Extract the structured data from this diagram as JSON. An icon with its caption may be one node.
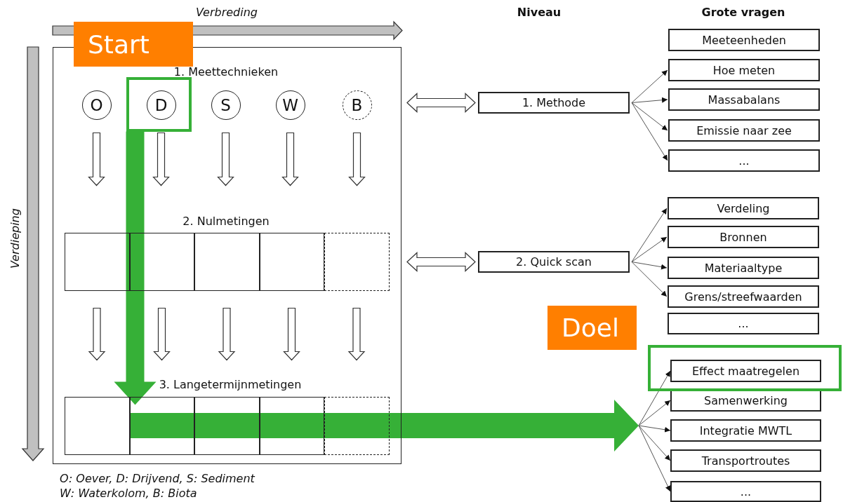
{
  "diagram": {
    "nodes": [
      {
        "text": [],
        "shape": "box"
      },
      {
        "text": [
          "Start"
        ]
      },
      {
        "text": [],
        "shape": "box",
        "in": 0
      },
      {
        "text": [
          "O"
        ],
        "in": 0
      },
      {
        "text": [
          "D"
        ],
        "in": 2
      },
      {
        "text": [
          "S"
        ],
        "in": 0
      },
      {
        "text": [
          "W"
        ],
        "in": 0
      },
      {
        "text": [
          "B"
        ],
        "in": 0
      },
      {
        "text": [],
        "shape": "box",
        "in": 0
      },
      {
        "text": [],
        "shape": "box",
        "in": 0
      },
      {
        "text": [],
        "shape": "box",
        "in": 0
      },
      {
        "text": [],
        "shape": "box",
        "in": 0
      },
      {
        "text": [],
        "shape": "box",
        "in": 0
      },
      {
        "text": [],
        "shape": "box",
        "in": 0
      },
      {
        "text": [],
        "shape": "box",
        "in": 0
      },
      {
        "text": [],
        "shape": "box",
        "in": 0
      },
      {
        "text": [],
        "shape": "box",
        "in": 0
      },
      {
        "text": [],
        "shape": "box",
        "in": 0
      },
      {
        "text": [
          "1. Methode"
        ]
      },
      {
        "text": [
          "2. Quick scan"
        ]
      },
      {
        "text": [
          "Meeteenheden"
        ]
      },
      {
        "text": [
          "Hoe meten"
        ]
      },
      {
        "text": [
          "Massabalans"
        ]
      },
      {
        "text": [
          "Emissie naar zee"
        ]
      },
      {
        "text": [
          "..."
        ]
      },
      {
        "text": [
          "Verdeling"
        ]
      },
      {
        "text": [
          "Bronnen"
        ]
      },
      {
        "text": [
          "Materiaaltype"
        ]
      },
      {
        "text": [
          "Grens/streefwaarden"
        ]
      },
      {
        "text": [
          "..."
        ]
      },
      {
        "text": [
          "Doel"
        ]
      },
      {
        "text": [],
        "shape": "box"
      },
      {
        "text": [
          "Effect maatregelen"
        ],
        "in": 31
      },
      {
        "text": [
          "Samenwerking"
        ]
      },
      {
        "text": [
          "Integratie MWTL"
        ]
      },
      {
        "text": [
          "Transportroutes"
        ]
      },
      {
        "text": [
          "..."
        ]
      }
    ],
    "edges": [
      {
        "from": 3,
        "to": 8,
        "arrow": "to",
        "style": "thick"
      },
      {
        "from": 4,
        "to": 9,
        "arrow": "to",
        "style": "thick"
      },
      {
        "from": 5,
        "to": 10,
        "arrow": "to",
        "style": "thick"
      },
      {
        "from": 6,
        "to": 11,
        "arrow": "to",
        "style": "thick"
      },
      {
        "from": 7,
        "to": 12,
        "arrow": "to",
        "style": "thick"
      },
      {
        "from": 8,
        "to": 13,
        "arrow": "to",
        "style": "thick"
      },
      {
        "from": 9,
        "to": 14,
        "arrow": "to",
        "style": "thick"
      },
      {
        "from": 10,
        "to": 15,
        "arrow": "to",
        "style": "thick"
      },
      {
        "from": 11,
        "to": 16,
        "arrow": "to",
        "style": "thick"
      },
      {
        "from": 12,
        "to": 17,
        "arrow": "to",
        "style": "thick"
      },
      {
        "from": 2,
        "to": 13,
        "arrow": "to",
        "style": "thick",
        "color": "#36b037"
      },
      {
        "from": 14,
        "to": null,
        "arrow": "to",
        "style": "thick",
        "color": "#36b037"
      },
      {
        "from": 0,
        "to": 18,
        "arrow": "both",
        "style": "thick"
      },
      {
        "from": 0,
        "to": 19,
        "arrow": "both",
        "style": "thick"
      },
      {
        "from": 18,
        "to": 21,
        "arrow": "to"
      },
      {
        "from": 18,
        "to": 22,
        "arrow": "to"
      },
      {
        "from": 18,
        "to": 23,
        "arrow": "to"
      },
      {
        "from": 18,
        "to": 24,
        "arrow": "to"
      },
      {
        "from": 19,
        "to": 25,
        "arrow": "to"
      },
      {
        "from": 19,
        "to": 26,
        "arrow": "to"
      },
      {
        "from": 19,
        "to": 27,
        "arrow": "to"
      },
      {
        "from": 19,
        "to": 28,
        "arrow": "to"
      },
      {
        "from": null,
        "to": 32,
        "arrow": "to"
      },
      {
        "from": null,
        "to": 33,
        "arrow": "to"
      },
      {
        "from": null,
        "to": 34,
        "arrow": "to"
      },
      {
        "from": null,
        "to": 35,
        "arrow": "to"
      },
      {
        "from": null,
        "to": 36,
        "arrow": "to"
      }
    ],
    "labels": [
      "Verbreding",
      "Niveau",
      "Grote vragen",
      "Verdieping",
      "1. Meettechnieken",
      "2. Nulmetingen",
      "3. Langetermijnmetingen",
      "O: Oever, D: Drijvend, S: Sediment",
      "W: Waterkolom, B: Biota"
    ]
  }
}
